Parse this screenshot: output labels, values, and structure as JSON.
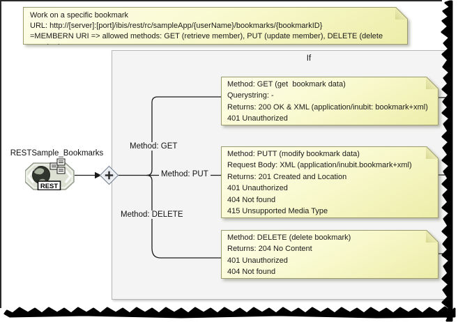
{
  "header_note": {
    "lines": [
      "Work on a specific bookmark",
      "URL: http://[server]:[port]/ibis/rest/rc/sampleApp/{userName}/bookmarks/{bookmarkID}",
      "=MEMBERN URI => allowed methods: GET (retrieve member), PUT (update member), DELETE (delete member)"
    ]
  },
  "frame": {
    "label": "If"
  },
  "source": {
    "label": "RESTSample_Bookmarks",
    "icon": "rest-connector-icon",
    "icon_label": "REST"
  },
  "branches": [
    {
      "label": "Method: GET",
      "note": {
        "lines": [
          "Method: GET (get  bookmark data)",
          "Querystring: -",
          "Returns: 200 OK & XML (application/inubit: bookmark+xml)",
          "401 Unauthorized"
        ]
      }
    },
    {
      "label": "Method: PUT",
      "note": {
        "lines": [
          "Method: PUTT (modify bookmark data)",
          "Request Body: XML (application/inubit.bookmark+xml)",
          "Returns: 201 Created and Location",
          "401 Unauthorized",
          "404 Not found",
          "415 Unsupported Media Type"
        ]
      }
    },
    {
      "label": "Method: DELETE",
      "note": {
        "lines": [
          "Method: DELETE (delete bookmark)",
          "Returns: 204 No Content",
          "401 Unauthorized",
          "404 Not found"
        ]
      }
    }
  ],
  "colors": {
    "note_bg": "#FAFAD2",
    "note_border": "#9B9B6D",
    "note_fold": "#E6E6AC",
    "frame_bg": "#F4F4F4",
    "frame_border": "#B5B5B5",
    "gateway_fill": "#E7EBF0",
    "gateway_border": "#808A98",
    "connector": "#1A1A1A",
    "icon_bg": "#DCE1D3"
  }
}
